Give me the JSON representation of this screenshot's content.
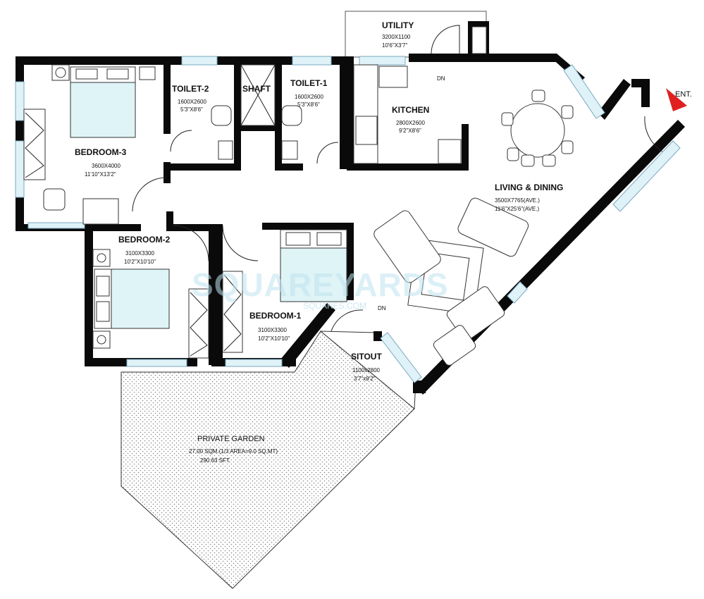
{
  "rooms": {
    "utility": {
      "name": "UTILITY",
      "size": "3200X1100",
      "imperial": "10'6\"X3'7\""
    },
    "toilet2": {
      "name": "TOILET-2",
      "size": "1600X2600",
      "imperial": "5'3\"X8'6\""
    },
    "shaft": {
      "name": "SHAFT"
    },
    "toilet1": {
      "name": "TOILET-1",
      "size": "1600X2600",
      "imperial": "5'3\"X8'6\""
    },
    "kitchen": {
      "name": "KITCHEN",
      "size": "2800X2600",
      "imperial": "9'2\"X8'6\""
    },
    "bedroom3": {
      "name": "BEDROOM-3",
      "size": "3600X4000",
      "imperial": "11'10\"X13'2\""
    },
    "living": {
      "name": "LIVING & DINING",
      "size": "3500X7765(AVE.)",
      "imperial": "11'6\"X25'6\"(AVE.)"
    },
    "bedroom2": {
      "name": "BEDROOM-2",
      "size": "3100X3300",
      "imperial": "10'2\"X10'10\""
    },
    "bedroom1": {
      "name": "BEDROOM-1",
      "size": "3100X3300",
      "imperial": "10'2\"X10'10\""
    },
    "sitout": {
      "name": "SITOUT",
      "size": "1100x2800",
      "imperial": "3'7\"x9'2\""
    },
    "garden": {
      "name": "PRIVATE GARDEN",
      "area": "27.00 SQM.(1/3 AREA=9.0 SQ.MT)",
      "sft": "290.63 SFT."
    }
  },
  "markers": {
    "entrance": "ENT.",
    "dn_utility": "DN",
    "dn_sitout": "DN"
  },
  "watermark": {
    "brand": "SQUAREYARDS",
    "sub": "SQUARES.COM"
  },
  "colors": {
    "wall": "#0a0a0a",
    "window": "#dff2f8",
    "entrance_arrow": "#e02020",
    "watermark": "#bfe3ef"
  }
}
